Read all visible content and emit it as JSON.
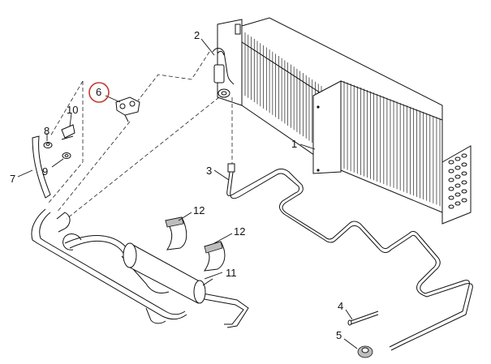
{
  "diagram": {
    "highlight_color": "#c0392b",
    "line_color": "#111111",
    "highlighted_callout": "6",
    "callouts": [
      {
        "id": "c1",
        "label": "1"
      },
      {
        "id": "c2",
        "label": "2"
      },
      {
        "id": "c3",
        "label": "3"
      },
      {
        "id": "c4",
        "label": "4"
      },
      {
        "id": "c5",
        "label": "5"
      },
      {
        "id": "c6",
        "label": "6"
      },
      {
        "id": "c7",
        "label": "7"
      },
      {
        "id": "c8",
        "label": "8"
      },
      {
        "id": "c9",
        "label": "9"
      },
      {
        "id": "c10",
        "label": "10"
      },
      {
        "id": "c11",
        "label": "11"
      },
      {
        "id": "c12a",
        "label": "12"
      },
      {
        "id": "c12b",
        "label": "12"
      }
    ]
  }
}
